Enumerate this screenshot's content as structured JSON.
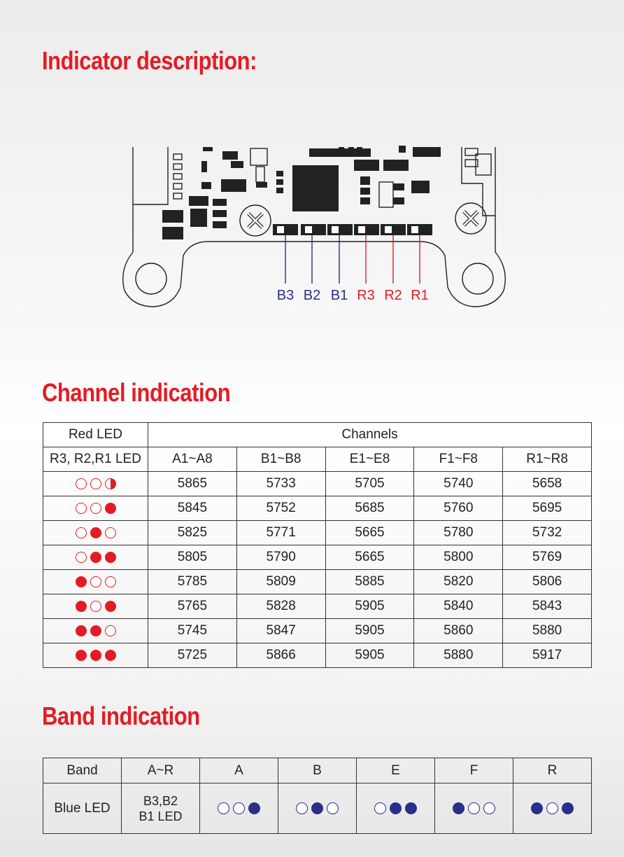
{
  "headings": {
    "indicator": "Indicator description:",
    "channel": "Channel indication",
    "band": "Band indication"
  },
  "board_labels": [
    {
      "text": "B3",
      "color": "#2a2f8a"
    },
    {
      "text": "B2",
      "color": "#2a2f8a"
    },
    {
      "text": "B1",
      "color": "#2a2f8a"
    },
    {
      "text": "R3",
      "color": "#e51b23"
    },
    {
      "text": "R2",
      "color": "#e51b23"
    },
    {
      "text": "R1",
      "color": "#e51b23"
    }
  ],
  "channel_table": {
    "header_led": "Red LED",
    "header_channels": "Channels",
    "subheader_led": "R3, R2,R1 LED",
    "bands": [
      "A1~A8",
      "B1~B8",
      "E1~E8",
      "F1~F8",
      "R1~R8"
    ],
    "rows": [
      {
        "leds": [
          "off",
          "off",
          "half"
        ],
        "values": [
          "5865",
          "5733",
          "5705",
          "5740",
          "5658"
        ]
      },
      {
        "leds": [
          "off",
          "off",
          "on"
        ],
        "values": [
          "5845",
          "5752",
          "5685",
          "5760",
          "5695"
        ]
      },
      {
        "leds": [
          "off",
          "on",
          "off"
        ],
        "values": [
          "5825",
          "5771",
          "5665",
          "5780",
          "5732"
        ]
      },
      {
        "leds": [
          "off",
          "on",
          "on"
        ],
        "values": [
          "5805",
          "5790",
          "5665",
          "5800",
          "5769"
        ]
      },
      {
        "leds": [
          "on",
          "off",
          "off"
        ],
        "values": [
          "5785",
          "5809",
          "5885",
          "5820",
          "5806"
        ]
      },
      {
        "leds": [
          "on",
          "off",
          "on"
        ],
        "values": [
          "5765",
          "5828",
          "5905",
          "5840",
          "5843"
        ]
      },
      {
        "leds": [
          "on",
          "on",
          "off"
        ],
        "values": [
          "5745",
          "5847",
          "5905",
          "5860",
          "5880"
        ]
      },
      {
        "leds": [
          "on",
          "on",
          "on"
        ],
        "values": [
          "5725",
          "5866",
          "5905",
          "5880",
          "5917"
        ]
      }
    ]
  },
  "band_table": {
    "header_band": "Band",
    "header_range": "A~R",
    "row_label": "Blue LED",
    "led_label_line1": "B3,B2",
    "led_label_line2": "B1 LED",
    "bands": [
      {
        "name": "A",
        "leds": [
          "off",
          "off",
          "on"
        ]
      },
      {
        "name": "B",
        "leds": [
          "off",
          "on",
          "off"
        ]
      },
      {
        "name": "E",
        "leds": [
          "off",
          "on",
          "on"
        ]
      },
      {
        "name": "F",
        "leds": [
          "on",
          "off",
          "off"
        ]
      },
      {
        "name": "R",
        "leds": [
          "on",
          "off",
          "on"
        ]
      }
    ]
  },
  "colors": {
    "red": "#e51b23",
    "blue": "#2a2f8a"
  }
}
